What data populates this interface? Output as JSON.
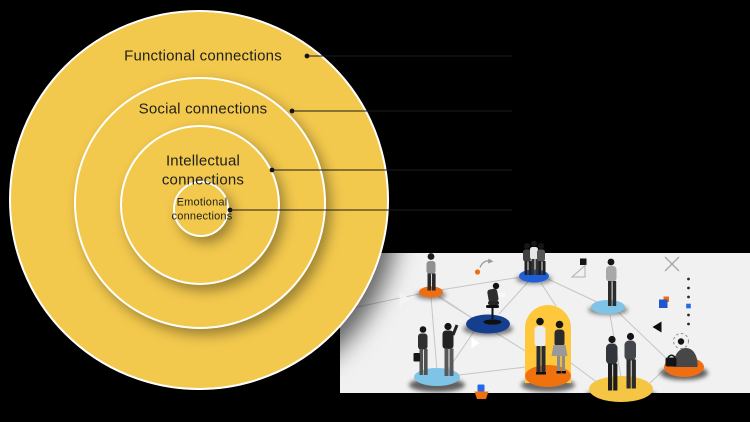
{
  "page": {
    "background_color": "#000000"
  },
  "diagram": {
    "rings": [
      {
        "label": "Functional connections"
      },
      {
        "label": "Social connections"
      },
      {
        "label": "Intellectual connections"
      },
      {
        "label": "Emotional connections"
      }
    ],
    "circle_fill": "#F2C84D",
    "ring_border_color": "#FFFFFF",
    "label_color": "#1F1F1F",
    "leader_line_color": "#1C1C1C"
  },
  "illustration": {
    "background_color": "#F1F1F1",
    "palette": {
      "orange": "#F06E12",
      "royal_blue": "#1E5FD8",
      "navy": "#163E8E",
      "light_blue": "#7FC3E6",
      "yellow": "#F5C544",
      "arch_yellow": "#FFC83C",
      "arch_base_orange": "#F0720E",
      "connector_gray": "#C6C6C6",
      "cube_blue": "#2668E8"
    },
    "decorations": [
      "curved-arrow",
      "flag-marker",
      "x-mark",
      "overlap-squares",
      "dotted-column",
      "left-triangle",
      "right-triangle",
      "edge-triangle",
      "cube-marker",
      "dashed-circle"
    ]
  }
}
